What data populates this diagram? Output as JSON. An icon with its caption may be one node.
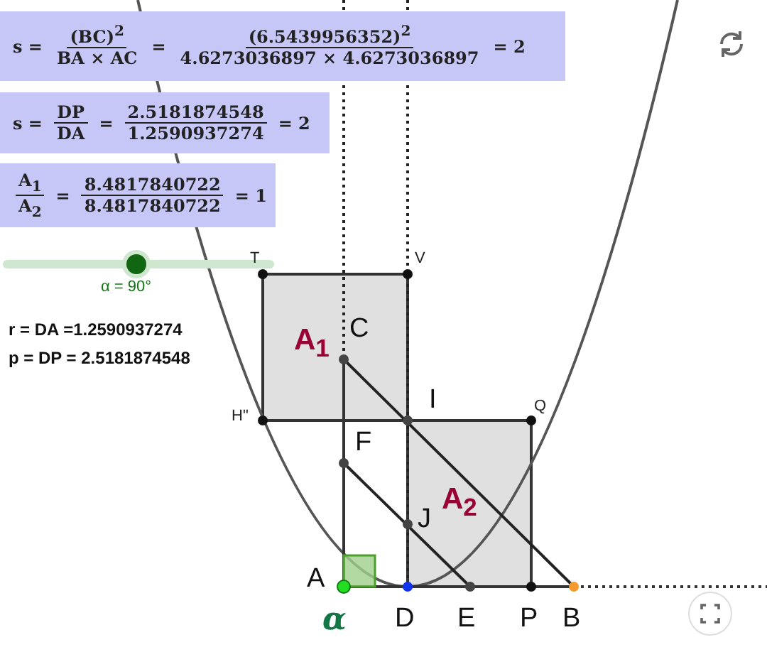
{
  "diagram": {
    "nodes": [
      {
        "text": [
          "s =",
          "(BC)$^{2}$",
          "BA × AC",
          "=",
          "(6.5439956352)$^{2}$",
          "4.6273036897 × 4.6273036897",
          "= 2"
        ]
      },
      {
        "text": [
          "s =",
          "DP",
          "DA",
          "=",
          "2.5181874548",
          "1.2590937274",
          "= 2"
        ]
      },
      {
        "text": [
          "A$_{1}$",
          "A$_{2}$",
          "=",
          "8.4817840722",
          "8.4817840722",
          "= 1"
        ]
      }
    ],
    "labels": [
      "T",
      "V",
      "α = 90°",
      "r = DA =1.2590937274",
      "A$_{1}$",
      "C",
      "p = DP = 2.5181874548",
      "I",
      "Q",
      "H\"",
      "F",
      "J",
      "A$_{2}$",
      "A",
      "α",
      "D",
      "E",
      "P",
      "B"
    ]
  }
}
